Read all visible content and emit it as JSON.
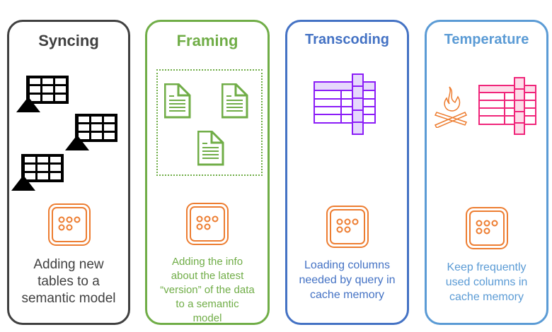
{
  "colors": {
    "syncing": "#404040",
    "framing": "#70AD47",
    "transcoding": "#4472C4",
    "temperature": "#5B9BD5",
    "icon_orange": "#ED7D31",
    "purple": "#8B1CF7",
    "pink": "#F0257A"
  },
  "panels": [
    {
      "title": "Syncing",
      "description": "Adding new tables to a semantic model"
    },
    {
      "title": "Framing",
      "description": "Adding the info about the latest “version” of the data to a semantic model"
    },
    {
      "title": "Transcoding",
      "description": "Loading columns needed by query in cache memory"
    },
    {
      "title": "Temperature",
      "description": "Keep frequently used columns in cache memory"
    }
  ]
}
